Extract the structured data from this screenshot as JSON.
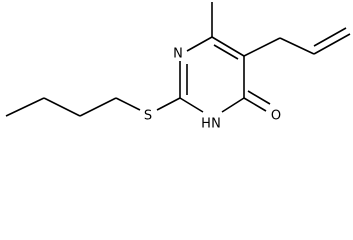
{
  "molecule": {
    "atoms": {
      "sulfur": "S",
      "ring_nitrogen_top": "N",
      "ring_nitrogen_bottom": "H",
      "ring_nitrogen_bottom_n": "N",
      "carbonyl_oxygen": "O"
    },
    "colors": {
      "bond": "#000000",
      "label": "#000000",
      "background": "#ffffff"
    }
  }
}
